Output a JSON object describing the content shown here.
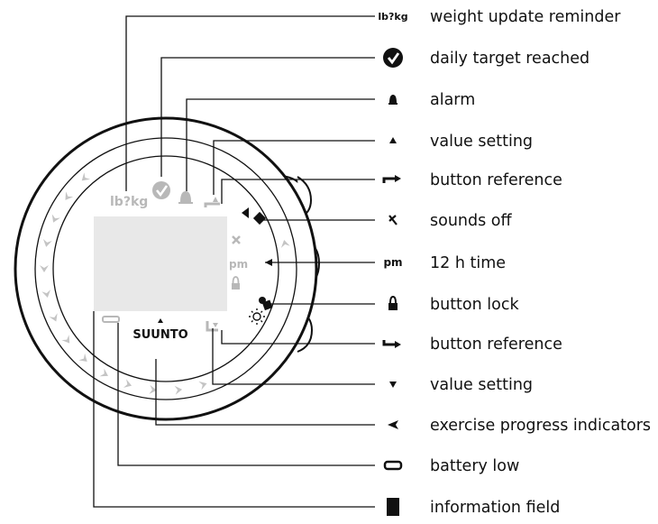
{
  "watch": {
    "brand": "SUUNTO",
    "weight_symbol": "lb?kg",
    "pm_symbol": "pm"
  },
  "legend": [
    {
      "icon": "weight-reminder-icon",
      "icon_text": "lb?kg",
      "label": "weight update reminder"
    },
    {
      "icon": "checkmark-circle-icon",
      "label": "daily target reached"
    },
    {
      "icon": "bell-icon",
      "label": "alarm"
    },
    {
      "icon": "triangle-up-icon",
      "label": "value setting"
    },
    {
      "icon": "arrow-up-right-icon",
      "label": "button reference"
    },
    {
      "icon": "sound-off-icon",
      "label": "sounds off"
    },
    {
      "icon": "pm-icon",
      "icon_text": "pm",
      "label": "12 h time"
    },
    {
      "icon": "lock-icon",
      "label": "button lock"
    },
    {
      "icon": "arrow-down-right-icon",
      "label": "button reference"
    },
    {
      "icon": "triangle-down-icon",
      "label": "value setting"
    },
    {
      "icon": "chevron-left-icon",
      "label": "exercise progress indicators"
    },
    {
      "icon": "battery-low-icon",
      "label": "battery low"
    },
    {
      "icon": "rectangle-icon",
      "label": "information field"
    }
  ]
}
